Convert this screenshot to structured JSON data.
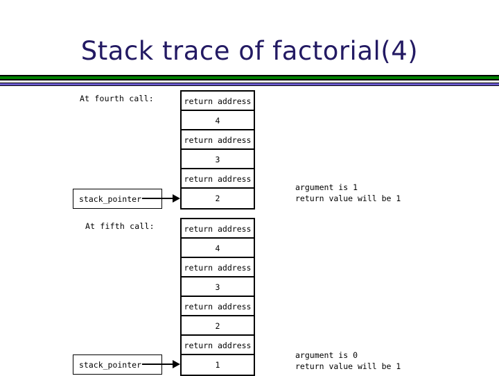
{
  "slide": {
    "title": "Stack trace of factorial(4)",
    "title_color": "#231a63",
    "rule_green": "#008000",
    "rule_purple": "#6a5acd",
    "background": "#ffffff"
  },
  "sections": [
    {
      "caption": "At fourth call:",
      "pointer_label": "stack_pointer",
      "frames": [
        "return address",
        "4",
        "return address",
        "3",
        "return address",
        "2"
      ],
      "note": {
        "line1": "argument is 1",
        "line2": "return value will be 1"
      }
    },
    {
      "caption": "At fifth call:",
      "pointer_label": "stack_pointer",
      "frames": [
        "return address",
        "4",
        "return address",
        "3",
        "return address",
        "2",
        "return address",
        "1"
      ],
      "note": {
        "line1": "argument is 0",
        "line2": "return value will be 1"
      }
    }
  ]
}
